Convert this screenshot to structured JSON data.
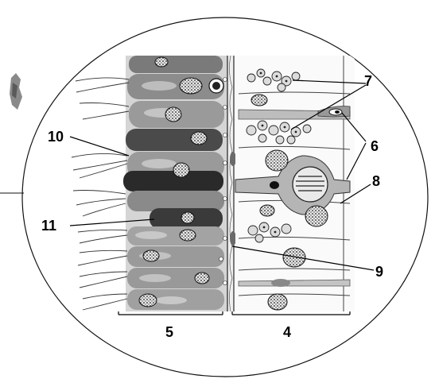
{
  "diagram": {
    "labels": {
      "l4": "4",
      "l5": "5",
      "l6": "6",
      "l7": "7",
      "l8": "8",
      "l9": "9",
      "l10": "10",
      "l11": "11"
    }
  }
}
